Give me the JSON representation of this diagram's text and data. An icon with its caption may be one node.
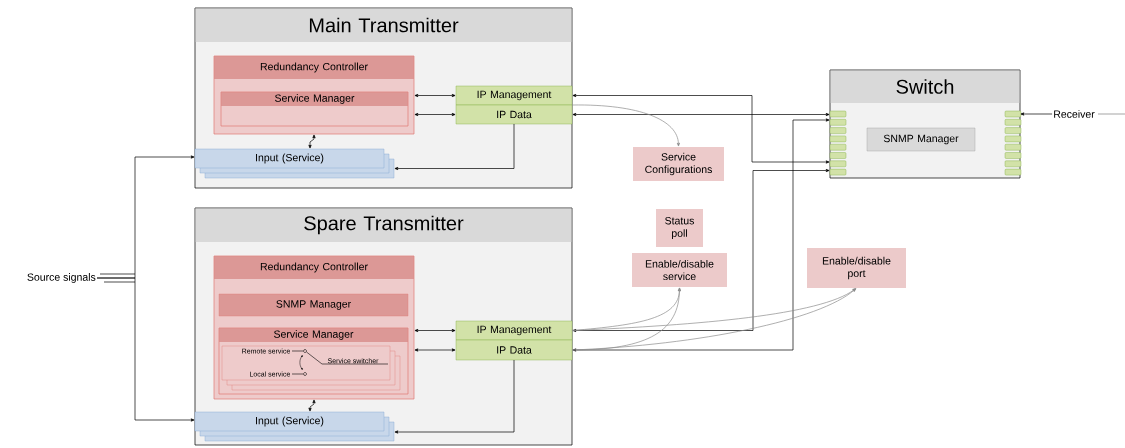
{
  "diagram": {
    "nodes": [
      {
        "text": [
          "Main Transmitter"
        ]
      },
      {
        "text": [
          "Redundancy Controller"
        ],
        "in": 0
      },
      {
        "text": [
          "Service Manager"
        ],
        "in": 1
      },
      {
        "text": [
          "IP Management"
        ],
        "in": 0
      },
      {
        "text": [
          "IP Data"
        ],
        "in": 0
      },
      {
        "text": [
          "Input (Service)"
        ],
        "in": 0
      },
      {
        "text": [
          "Spare Transmitter"
        ]
      },
      {
        "text": [
          "Redundancy Controller"
        ],
        "in": 6
      },
      {
        "text": [
          "SNMP Manager"
        ],
        "in": 7
      },
      {
        "text": [
          "Service Manager"
        ],
        "in": 7
      },
      {
        "text": [
          "Remote service",
          "Local service",
          "Service switcher"
        ],
        "in": 9
      },
      {
        "text": [
          "IP Management"
        ],
        "in": 6
      },
      {
        "text": [
          "IP Data"
        ],
        "in": 6
      },
      {
        "text": [
          "Input (Service)"
        ],
        "in": 6
      },
      {
        "text": [
          "Switch"
        ]
      },
      {
        "text": [
          "SNMP Manager"
        ],
        "in": 14
      },
      {
        "text": [
          "Service Configurations"
        ]
      },
      {
        "text": [
          "Status poll"
        ]
      },
      {
        "text": [
          "Enable/disable service"
        ]
      },
      {
        "text": [
          "Enable/disable port"
        ]
      },
      {
        "text": [
          "Source signals"
        ]
      },
      {
        "text": [
          "Receiver"
        ]
      }
    ],
    "edges": [
      {
        "from": 1,
        "to": 3,
        "arrow": "both"
      },
      {
        "from": 1,
        "to": 4,
        "arrow": "both"
      },
      {
        "from": 1,
        "to": 5,
        "arrow": "both"
      },
      {
        "from": 4,
        "to": 5,
        "arrow": "to"
      },
      {
        "from": 20,
        "to": 5,
        "arrow": "to"
      },
      {
        "from": 20,
        "to": 13,
        "arrow": "to"
      },
      {
        "from": 7,
        "to": 11,
        "arrow": "both"
      },
      {
        "from": 7,
        "to": 12,
        "arrow": "both"
      },
      {
        "from": 7,
        "to": 13,
        "arrow": "both"
      },
      {
        "from": 12,
        "to": 13,
        "arrow": "to"
      },
      {
        "from": 3,
        "to": 14,
        "arrow": "both"
      },
      {
        "from": 4,
        "to": 14,
        "arrow": "both"
      },
      {
        "from": 11,
        "to": 14,
        "arrow": "both"
      },
      {
        "from": 12,
        "to": 14,
        "arrow": "both"
      },
      {
        "from": 21,
        "to": 14,
        "arrow": "to"
      },
      {
        "from": 3,
        "to": 16,
        "arrow": "to",
        "color": "#8c8c8c"
      },
      {
        "from": 11,
        "to": 18,
        "arrow": "to",
        "color": "#8c8c8c"
      },
      {
        "from": 12,
        "to": 18,
        "arrow": "to",
        "color": "#8c8c8c"
      },
      {
        "from": 11,
        "to": 19,
        "arrow": "to",
        "color": "#8c8c8c"
      },
      {
        "from": 12,
        "to": 19,
        "arrow": "to",
        "color": "#8c8c8c"
      }
    ]
  }
}
